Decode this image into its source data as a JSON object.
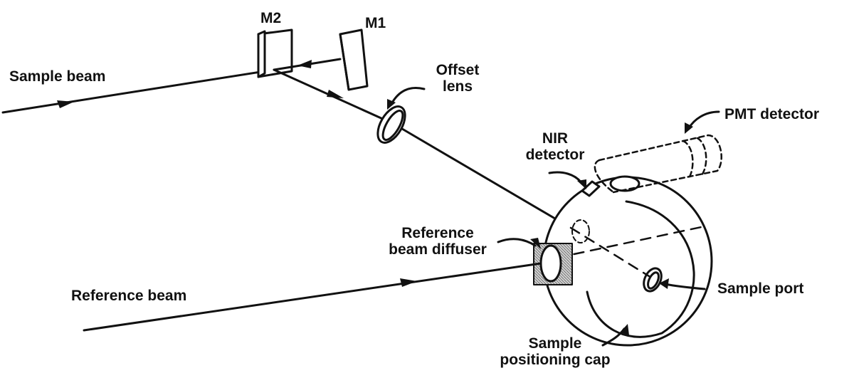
{
  "labels": {
    "m2": "M2",
    "m1": "M1",
    "sample_beam": "Sample beam",
    "offset_lens": [
      "Offset",
      "lens"
    ],
    "pmt_detector": "PMT detector",
    "nir_detector": [
      "NIR",
      "detector"
    ],
    "reference_beam_diffuser": [
      "Reference",
      "beam diffuser"
    ],
    "reference_beam": "Reference beam",
    "sample_port": "Sample port",
    "sample_positioning_cap": [
      "Sample",
      "positioning cap"
    ]
  },
  "colors": {
    "ink": "#111111",
    "background": "#ffffff",
    "diffuser_fill": "#bdbdbd"
  }
}
